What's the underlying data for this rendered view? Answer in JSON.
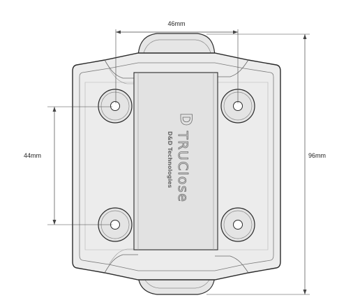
{
  "drawing": {
    "dimensions": {
      "top_width": "46mm",
      "left_height": "44mm",
      "right_height": "96mm"
    },
    "brand": {
      "logo_glyph": "D",
      "name": "TRUClose",
      "subtitle": "D&D Technologies"
    },
    "colors": {
      "outline": "#2a2a2a",
      "body_fill": "#ececec",
      "plate_fill": "#e2e2e2",
      "dimension_line": "#444444"
    }
  }
}
